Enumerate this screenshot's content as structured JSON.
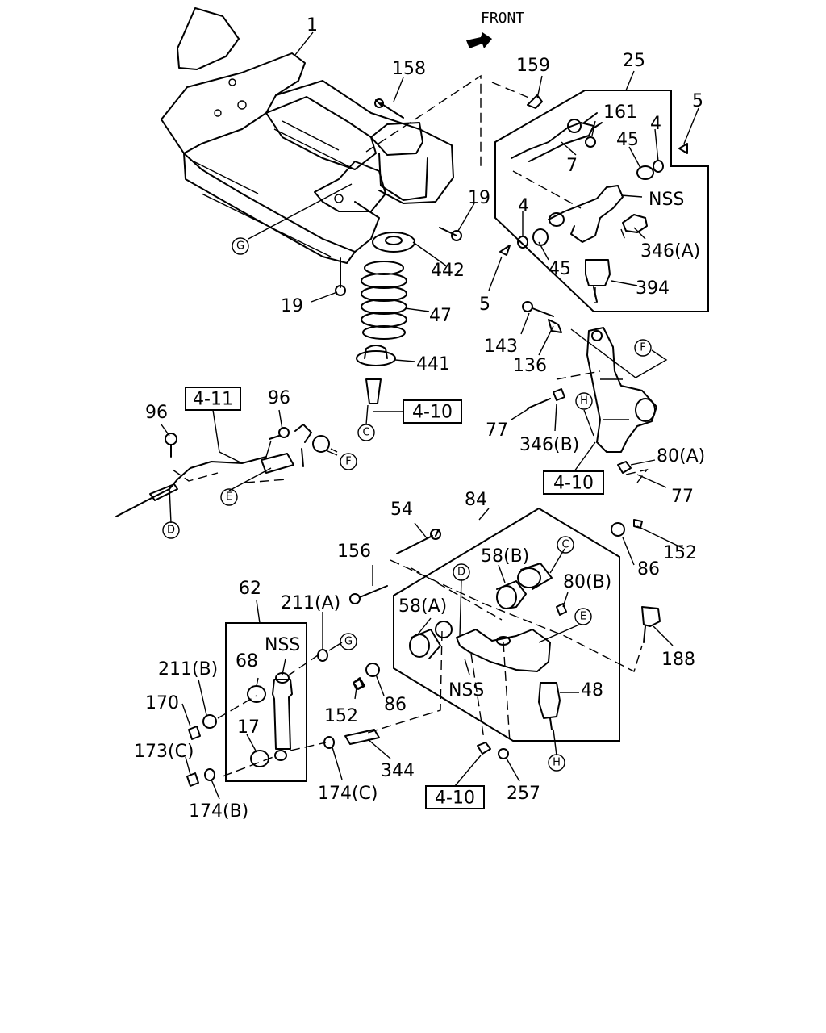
{
  "front_label": "FRONT",
  "labels": {
    "p1": "1",
    "p158": "158",
    "p159": "159",
    "p25": "25",
    "p161": "161",
    "p5a": "5",
    "p45a": "45",
    "p4a": "4",
    "p7": "7",
    "p19a": "19",
    "pNSSa": "NSS",
    "p4b": "4",
    "p346A": "346(A)",
    "p442": "442",
    "p45b": "45",
    "p5b": "5",
    "p394": "394",
    "p19b": "19",
    "p47": "47",
    "p143": "143",
    "p136": "136",
    "p441": "441",
    "p96a": "96",
    "p96b": "96",
    "p77a": "77",
    "p346B": "346(B)",
    "p80A": "80(A)",
    "p77b": "77",
    "p54": "54",
    "p84": "84",
    "p152a": "152",
    "p156": "156",
    "p58B": "58(B)",
    "p86a": "86",
    "p62": "62",
    "p211A": "211(A)",
    "p80B": "80(B)",
    "p58A": "58(A)",
    "pNSSb": "NSS",
    "p68": "68",
    "p188": "188",
    "p211B": "211(B)",
    "pNSSc": "NSS",
    "p152b": "152",
    "p86b": "86",
    "p48": "48",
    "p170": "170",
    "p17": "17",
    "p173C": "173(C)",
    "p344": "344",
    "p174C": "174(C)",
    "p174B": "174(B)",
    "p257": "257"
  },
  "refs": {
    "r411": "4-11",
    "r410a": "4-10",
    "r410b": "4-10",
    "r410c": "4-10"
  },
  "circles": {
    "G1": "G",
    "C1": "C",
    "F1": "F",
    "H1": "H",
    "F2": "F",
    "E1": "E",
    "D1": "D",
    "C2": "C",
    "D2": "D",
    "E2": "E",
    "G2": "G",
    "H2": "H"
  }
}
